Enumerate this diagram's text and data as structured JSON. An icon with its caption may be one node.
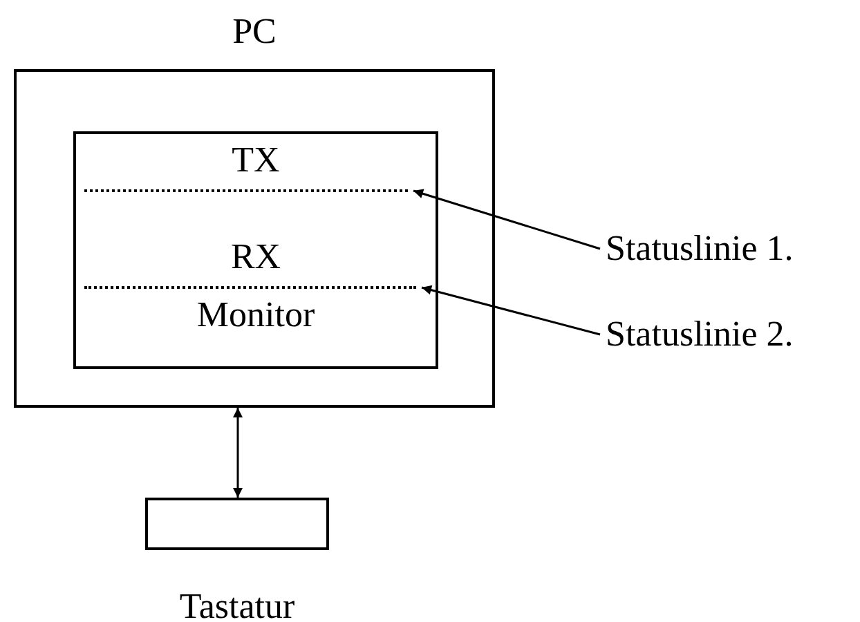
{
  "diagram": {
    "nodes": [
      {
        "text": [
          "PC"
        ]
      },
      {
        "text": [
          "TX",
          "RX",
          "Monitor"
        ],
        "in": 0
      },
      {
        "text": [],
        "shape": "line",
        "in": 1
      },
      {
        "text": [],
        "shape": "line",
        "in": 1
      },
      {
        "text": [
          "Statuslinie 1."
        ]
      },
      {
        "text": [
          "Statuslinie 2."
        ]
      },
      {
        "text": [
          "Tastatur"
        ]
      }
    ],
    "edges": [
      {
        "from": 4,
        "to": 2,
        "arrow": "to"
      },
      {
        "from": 5,
        "to": 3,
        "arrow": "to"
      },
      {
        "from": 0,
        "to": 6,
        "arrow": "both"
      }
    ]
  }
}
